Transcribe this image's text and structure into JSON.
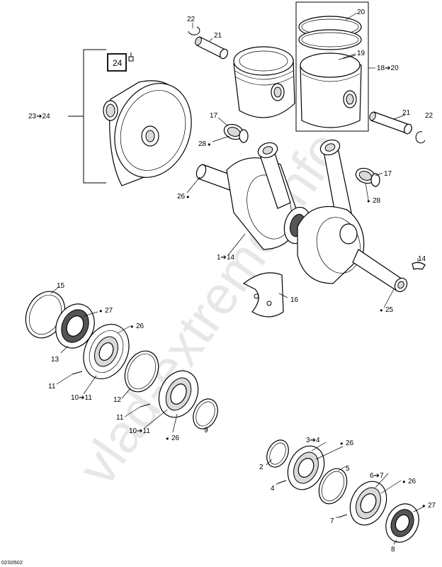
{
  "diagram": {
    "reference_code": "02S0502",
    "watermark": "vlad-extreme-info",
    "boxed_callout": "24",
    "callouts": {
      "c22_top": "22",
      "c21_top": "21",
      "c20": "20",
      "c19": "19",
      "c18_20": "18➔20",
      "c23_24": "23➔24",
      "c17_left": "17",
      "c28_left": "28",
      "c21_right": "21",
      "c22_right": "22",
      "c26_crank": "26",
      "c17_right": "17",
      "c28_right": "28",
      "c1_14": "1➔14",
      "c14": "14",
      "c16": "16",
      "c25": "25",
      "c15": "15",
      "c27_left": "27",
      "c26_left": "26",
      "c13": "13",
      "c11_a": "11",
      "c10_11_a": "10➔11",
      "c12": "12",
      "c11_b": "11",
      "c10_11_b": "10➔11",
      "c9": "9",
      "c26_mid": "26",
      "c3_4": "3➔4",
      "c26_r1": "26",
      "c2": "2",
      "c5": "5",
      "c6_7": "6➔7",
      "c26_r2": "26",
      "c4": "4",
      "c27_right": "27",
      "c7": "7",
      "c8": "8"
    }
  }
}
